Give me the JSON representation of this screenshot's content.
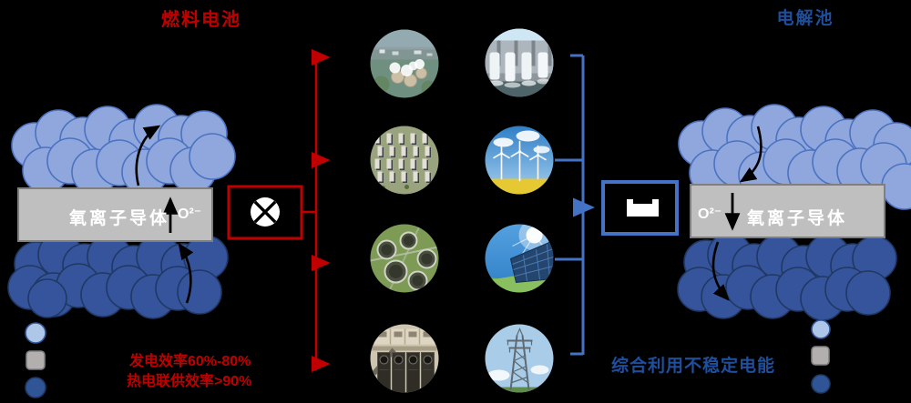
{
  "diagram": {
    "title_left": "燃料电池",
    "title_right": "电解池",
    "membrane_label_left": "氧离子导体",
    "membrane_label_right": "氧离子导体",
    "ion_label_left": "O²⁻",
    "ion_label_right": "O²⁻",
    "note_generation": "发电效率60%-80%",
    "note_chp": "热电联供效率>90%",
    "note_utilization": "综合利用不稳定电能"
  },
  "colors": {
    "accent_red": "#C00000",
    "accent_blue_text": "#1F4E9C",
    "bracket_blue": "#4472C4",
    "particle_light_blue": "#8FA7DC",
    "particle_dark_blue": "#35549B",
    "membrane_gray": "#BFBFBF",
    "legend_light_blue": "#AEC6E8",
    "legend_gray": "#B3AFAF",
    "legend_dark_blue": "#2F5597"
  },
  "photos": [
    "coal-power-plant-aerial",
    "hydroelectric-dam",
    "residential-district-aerial",
    "wind-turbines",
    "wastewater-treatment-plant",
    "solar-panels",
    "industrial-facility",
    "transmission-tower"
  ],
  "legend": {
    "items": [
      {
        "name": "air-electrode-particle",
        "shape": "circle",
        "color": "#AEC6E8"
      },
      {
        "name": "electrolyte-membrane",
        "shape": "rounded-square",
        "color": "#B3AFAF"
      },
      {
        "name": "fuel-electrode-particle",
        "shape": "circle",
        "color": "#2F5597"
      }
    ]
  }
}
